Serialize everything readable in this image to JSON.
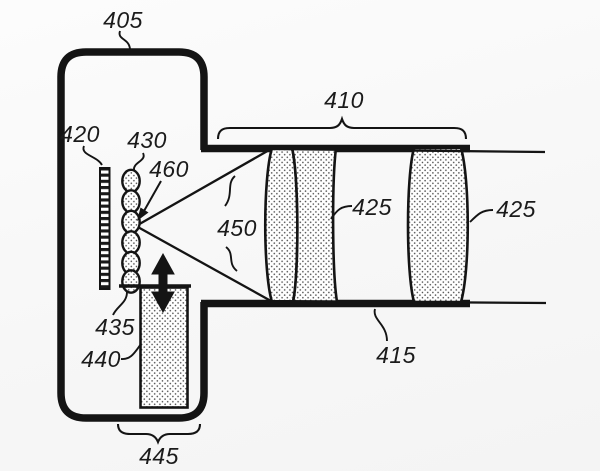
{
  "figure": {
    "kind": "patent-drawing",
    "background": "#f7f7f7",
    "ink": "#141414"
  },
  "callouts": {
    "housing": {
      "label": "405"
    },
    "barrel_top": {
      "label": "410"
    },
    "barrel_bottom": {
      "label": "415"
    },
    "display_panel": {
      "label": "420"
    },
    "lens_front": {
      "label": "425"
    },
    "lens_rear": {
      "label": "425"
    },
    "sensor_stack": {
      "label": "430"
    },
    "platform": {
      "label": "435"
    },
    "actuator_block": {
      "label": "440"
    },
    "assembly_brace": {
      "label": "445"
    },
    "light_cone": {
      "label": "450"
    },
    "focal_point": {
      "label": "460"
    }
  }
}
